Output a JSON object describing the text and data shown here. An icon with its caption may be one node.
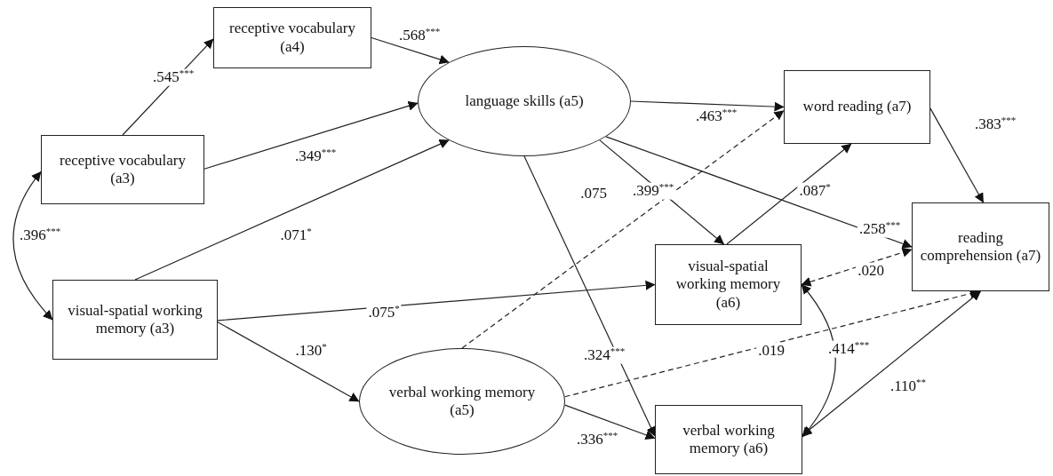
{
  "diagram": {
    "nodes": [
      {
        "text": [
          "receptive vocabulary (a3)"
        ]
      },
      {
        "text": [
          "visual-spatial working memory (a3)"
        ]
      },
      {
        "text": [
          "receptive vocabulary (a4)"
        ]
      },
      {
        "text": [
          "language skills (a5)"
        ]
      },
      {
        "text": [
          "verbal working memory (a5)"
        ]
      },
      {
        "text": [
          "word reading (a7)"
        ]
      },
      {
        "text": [
          "visual-spatial working memory (a6)"
        ]
      },
      {
        "text": [
          "verbal working memory (a6)"
        ]
      },
      {
        "text": [
          "reading comprehension (a7)"
        ]
      }
    ],
    "edges": [
      {
        "from": 0,
        "to": 2,
        "arrow": "to",
        "label": ".545$^{***}$"
      },
      {
        "from": 2,
        "to": 3,
        "arrow": "to",
        "label": ".568$^{***}$"
      },
      {
        "from": 0,
        "to": 3,
        "arrow": "to",
        "label": ".349$^{***}$"
      },
      {
        "from": 1,
        "to": 3,
        "arrow": "to",
        "label": ".071$^{*}$"
      },
      {
        "from": 0,
        "to": 1,
        "arrow": "both",
        "label": ".396$^{***}$"
      },
      {
        "from": 1,
        "to": 6,
        "arrow": "to",
        "label": ".075$^{*}$"
      },
      {
        "from": 1,
        "to": 4,
        "arrow": "to",
        "label": ".130$^{*}$"
      },
      {
        "from": 3,
        "to": 5,
        "arrow": "to",
        "label": ".463$^{***}$"
      },
      {
        "from": 4,
        "to": 5,
        "arrow": "to",
        "label": ".075",
        "style": "dashed"
      },
      {
        "from": 3,
        "to": 6,
        "arrow": "to",
        "label": ".399$^{***}$"
      },
      {
        "from": 3,
        "to": 8,
        "arrow": "to",
        "label": ".258$^{***}$"
      },
      {
        "from": 3,
        "to": 7,
        "arrow": "to",
        "label": ".324$^{***}$"
      },
      {
        "from": 6,
        "to": 5,
        "arrow": "to",
        "label": ".087$^{*}$"
      },
      {
        "from": 5,
        "to": 8,
        "arrow": "to",
        "label": ".383$^{***}$"
      },
      {
        "from": 6,
        "to": 8,
        "arrow": "both",
        "label": ".020",
        "style": "dashed"
      },
      {
        "from": 4,
        "to": 8,
        "arrow": "to",
        "label": ".019",
        "style": "dashed"
      },
      {
        "from": 4,
        "to": 7,
        "arrow": "to",
        "label": ".336$^{***}$"
      },
      {
        "from": 6,
        "to": 7,
        "arrow": "both",
        "label": ".414$^{***}$"
      },
      {
        "from": 7,
        "to": 8,
        "arrow": "both",
        "label": ".110$^{**}$"
      }
    ]
  }
}
